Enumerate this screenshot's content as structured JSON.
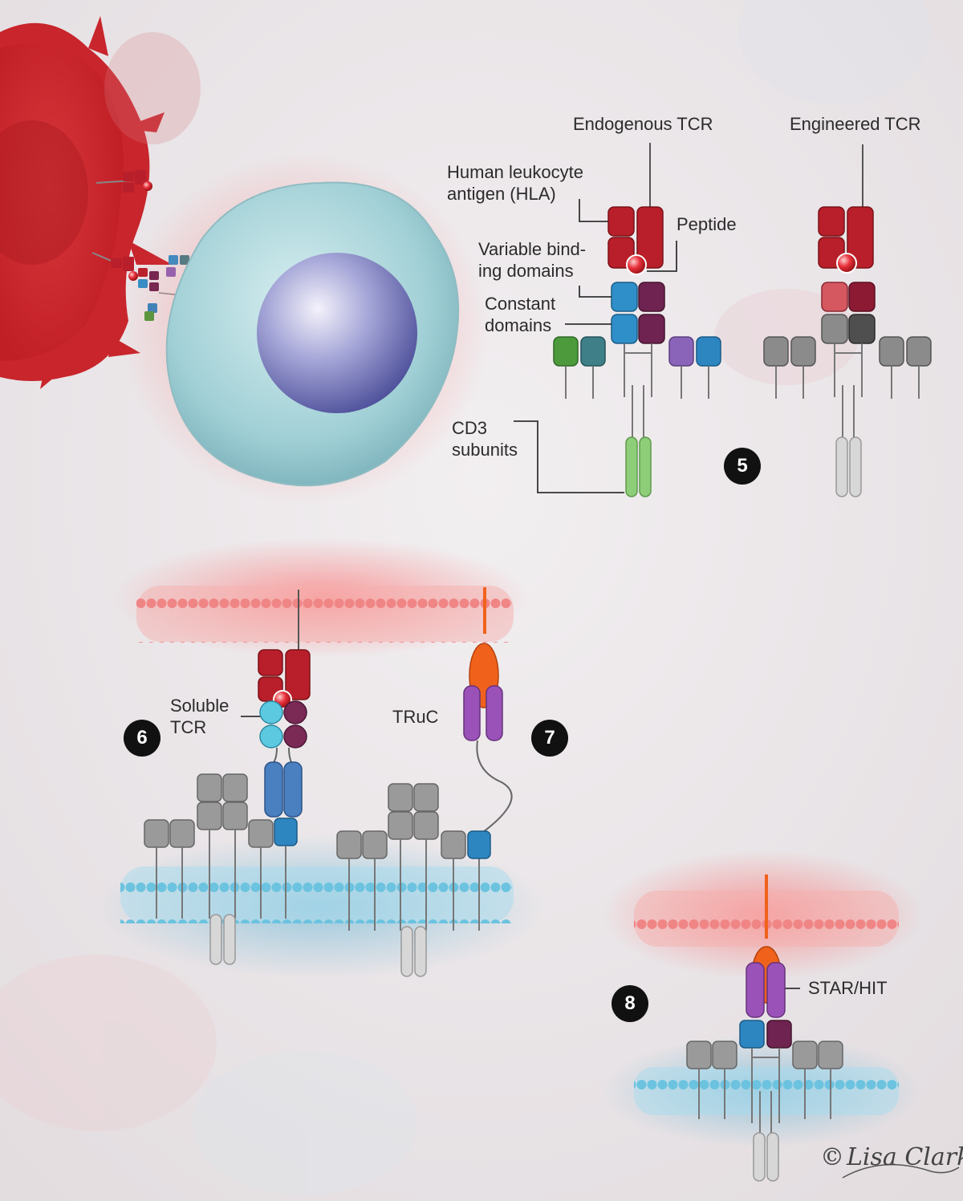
{
  "panels": {
    "endogenous_title": "Endogenous TCR",
    "engineered_title": "Engineered TCR"
  },
  "labels": {
    "hla_line1": "Human leukocyte",
    "hla_line2": "antigen (HLA)",
    "peptide": "Peptide",
    "variable_line1": "Variable bind-",
    "variable_line2": "ing domains",
    "constant_line1": "Constant",
    "constant_line2": "domains",
    "cd3_line1": "CD3",
    "cd3_line2": "subunits",
    "soluble_line1": "Soluble",
    "soluble_line2": "TCR",
    "truc": "TRuC",
    "starhit": "STAR/HIT"
  },
  "badges": {
    "b5": "5",
    "b6": "6",
    "b7": "7",
    "b8": "8"
  },
  "signature": "Lisa Clark",
  "colors": {
    "hla_red": "#b81f2a",
    "peptide": "#e8323c",
    "variable_blue": "#2f8fc9",
    "variable_purple": "#6e2350",
    "cd3_green": "#4d9a3d",
    "cd3_teal": "#3f7f88",
    "cd3_lavender": "#8a64b8",
    "cd3_blue": "#2e86c1",
    "zeta_green": "#8fce78",
    "grey_domain": "#8b8b8b",
    "membrane_red": "#ee8080",
    "membrane_blue": "#5ab7d6",
    "car_orange": "#f0621c",
    "truc_purple": "#9a52b8",
    "tcell_cyan": "#a8d7dc",
    "nucleus": "#6c6fb6"
  }
}
